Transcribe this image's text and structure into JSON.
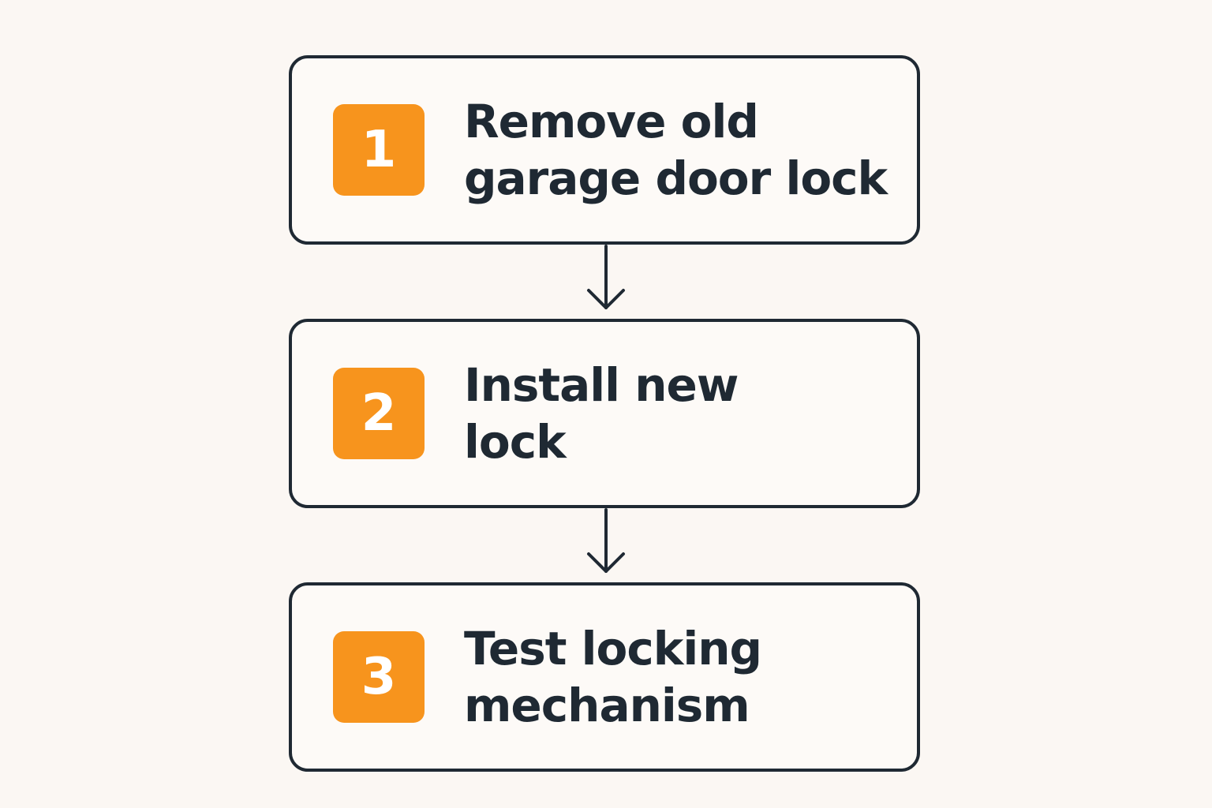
{
  "steps": [
    {
      "number": "1",
      "lines": [
        "Remove old",
        "garage door lock"
      ]
    },
    {
      "number": "2",
      "lines": [
        "Install new",
        "lock"
      ]
    },
    {
      "number": "3",
      "lines": [
        "Test locking",
        "mechanism"
      ]
    }
  ],
  "colors": {
    "background": "#fbf7f3",
    "badge": "#f7941d",
    "stroke": "#1f2933",
    "badge_text": "#ffffff"
  },
  "icons": {
    "connector": "arrow-down-icon"
  }
}
